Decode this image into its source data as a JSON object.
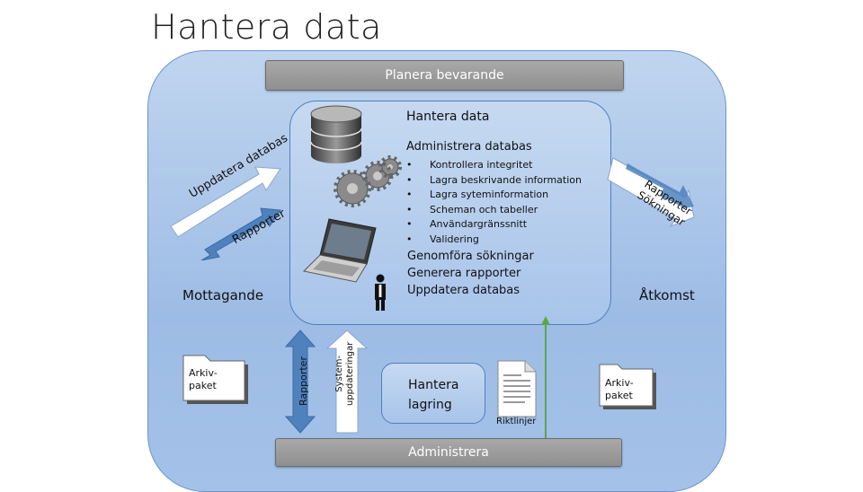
{
  "title": "Hantera data",
  "planera": "Planera bevarande",
  "administrera_bar": "Administrera",
  "inner_title": "Hantera data",
  "admin_db": {
    "heading": "Administrera databas",
    "bullets": [
      "Kontrollera integritet",
      "Lagra beskrivande information",
      "Lagra syteminformation",
      "Scheman och tabeller",
      "Användargränssnitt",
      "Validering"
    ],
    "extra_lines": [
      "Genomföra sökningar",
      "Generera rapporter",
      "Uppdatera databas"
    ]
  },
  "left": {
    "mottagande": "Mottagande",
    "arrow_upper": "Uppdatera databas",
    "arrow_lower": "Rapporter",
    "folder_label": "Arkiv-\npaket",
    "rapporter_vertical": "Rapporter",
    "system_vertical": "System-\nuppdateringar"
  },
  "right": {
    "atkomst": "Åtkomst",
    "arrow_upper": "Rapporter",
    "arrow_lower": "Sökningar",
    "folder_label": "Arkiv-\npaket"
  },
  "lagring": "Hantera\nlagring",
  "riktlinjer": "Riktlinjer",
  "colors": {
    "outer_bg": "#a4c2e8",
    "outer_border": "#5b86c5",
    "arrow_blue": "#4f81bd",
    "green_line": "#5aa845",
    "gray_bar": "#9a9a9a"
  }
}
